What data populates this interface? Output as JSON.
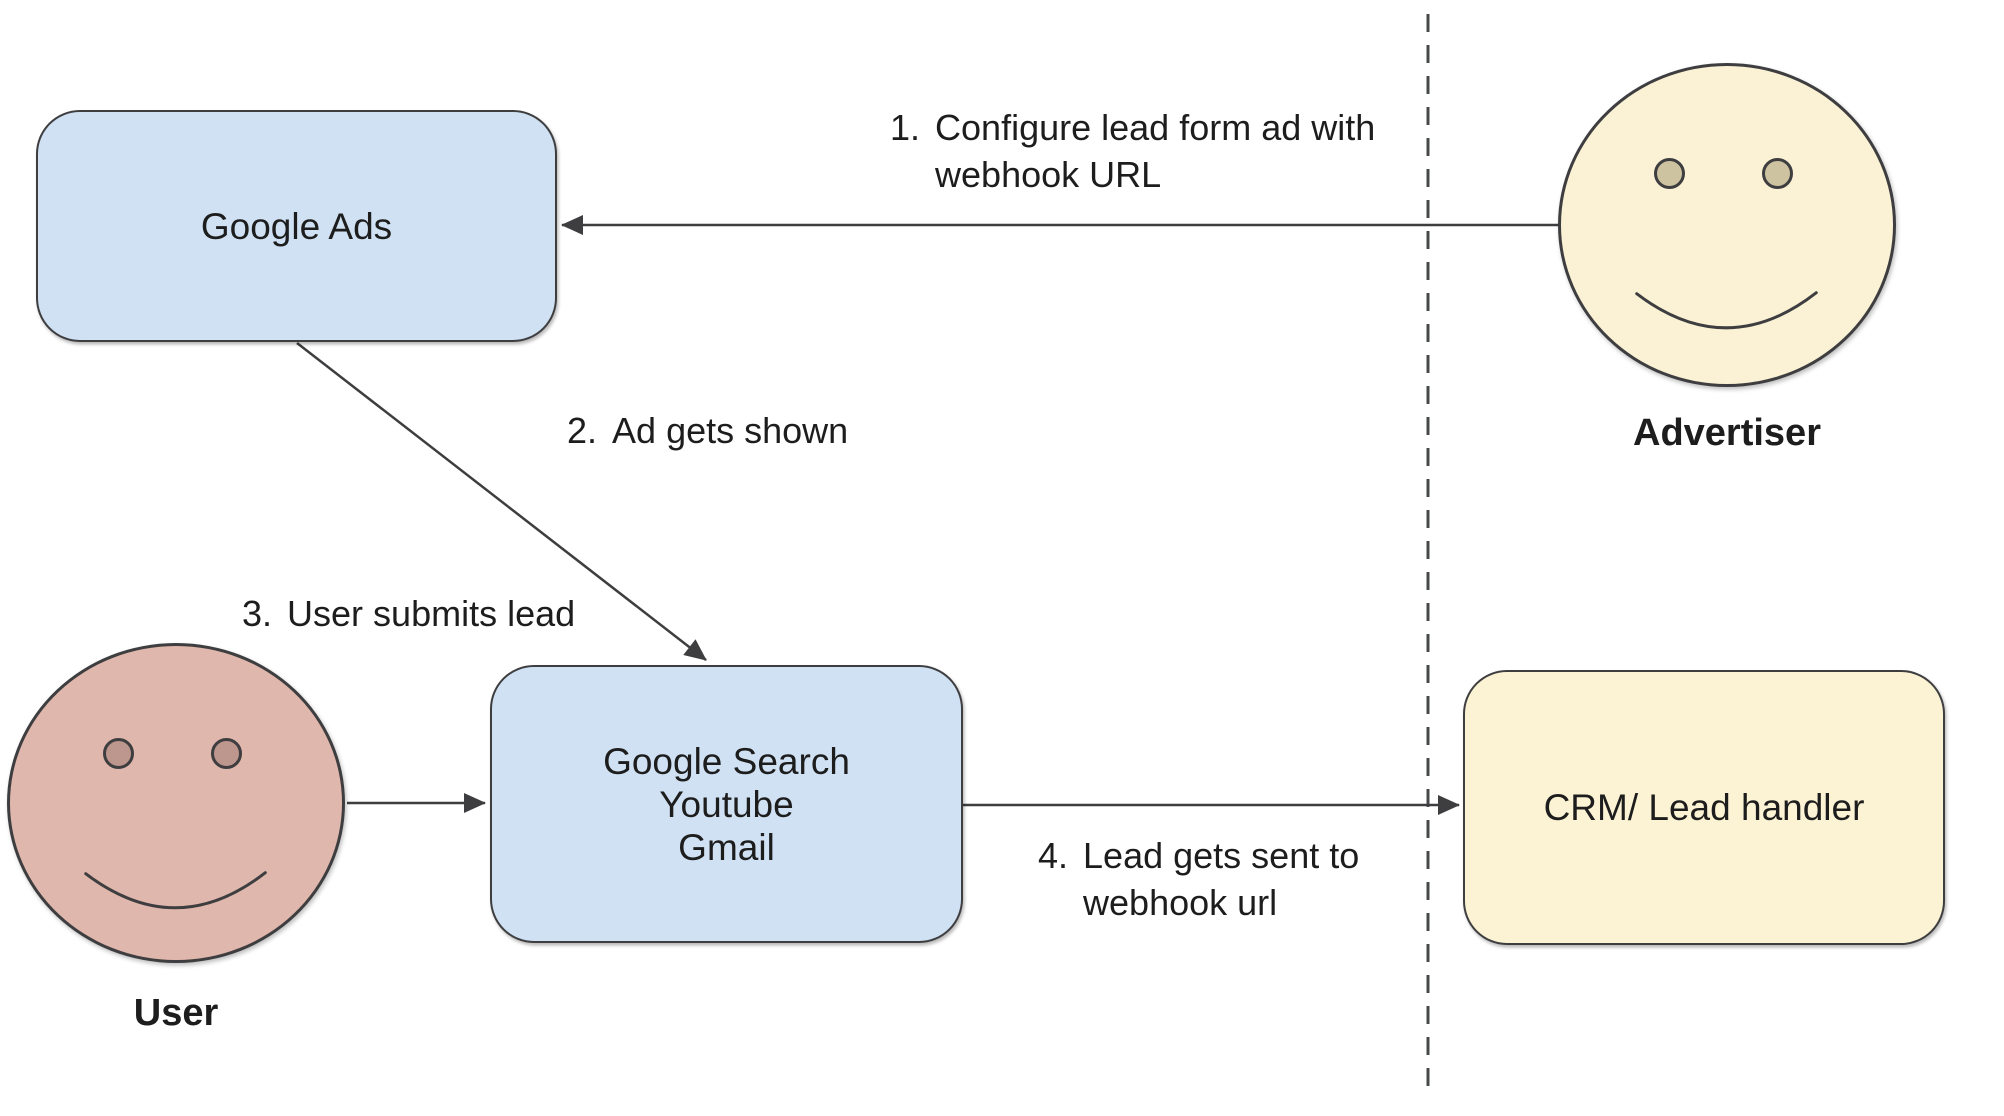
{
  "colors": {
    "box_blue": "#cfe1f2",
    "box_yellow": "#fcf3d4",
    "face_pink": "#e0b7ac",
    "eye_pink": "#bd968d",
    "face_yellow": "#fbf2d5",
    "eye_yellow": "#cdc3a0",
    "stroke": "#3e3e40",
    "text": "#1d1d1d"
  },
  "nodes": {
    "google_ads": {
      "label": "Google Ads"
    },
    "platforms": {
      "line1": "Google Search",
      "line2": "Youtube",
      "line3": "Gmail"
    },
    "crm": {
      "label": "CRM/ Lead handler"
    }
  },
  "actors": {
    "advertiser": {
      "label": "Advertiser"
    },
    "user": {
      "label": "User"
    }
  },
  "steps": [
    {
      "number": "1.",
      "line1": "Configure lead form ad with",
      "line2": "webhook URL"
    },
    {
      "number": "2.",
      "line1": "Ad gets shown",
      "line2": ""
    },
    {
      "number": "3.",
      "line1": "User submits lead",
      "line2": ""
    },
    {
      "number": "4.",
      "line1": "Lead gets sent to",
      "line2": "webhook url"
    }
  ]
}
